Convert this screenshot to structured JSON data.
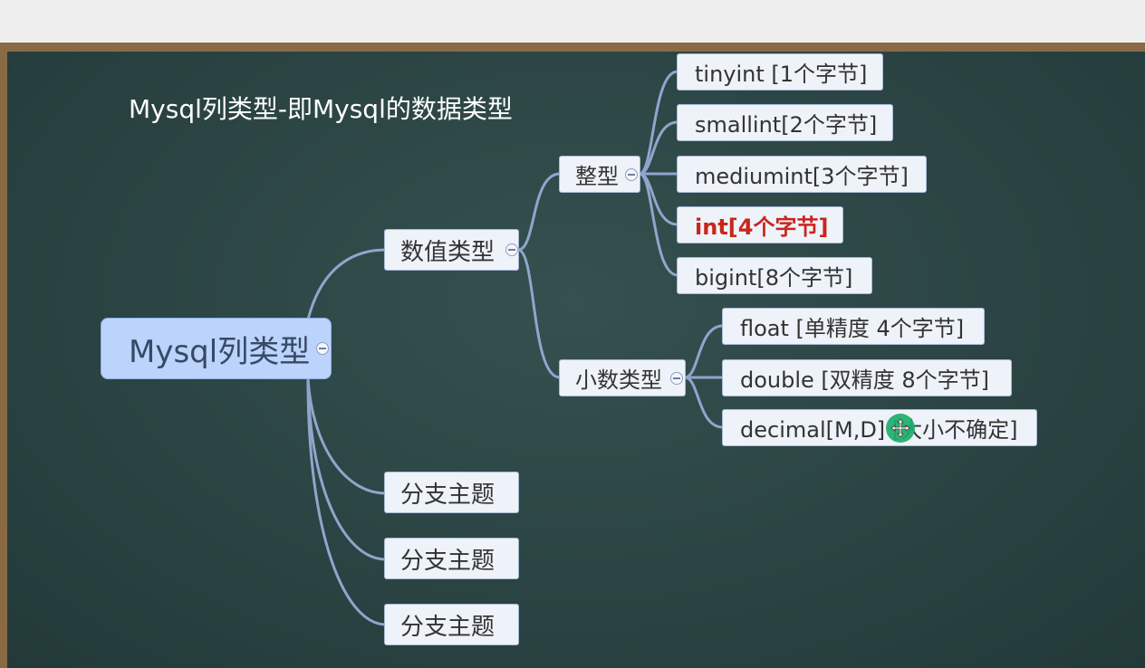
{
  "title": "Mysql列类型-即Mysql的数据类型",
  "mindmap": {
    "root": "Mysql列类型",
    "numeric": {
      "label": "数值类型",
      "integer": {
        "label": "整型",
        "items": [
          "tinyint [1个字节]",
          "smallint[2个字节]",
          "mediumint[3个字节]",
          "int[4个字节]",
          "bigint[8个字节]"
        ]
      },
      "decimal": {
        "label": "小数类型",
        "items": [
          "float [单精度 4个字节]",
          "double [双精度 8个字节]",
          "decimal[M,D] [大小不确定]"
        ]
      }
    },
    "branches": [
      "分支主题",
      "分支主题",
      "分支主题"
    ]
  },
  "colors": {
    "board": "#2c4545",
    "frame": "#8a6a45",
    "root_fill": "#bcd3fb",
    "node_fill": "#eef2f9",
    "connector": "#8fa6cc",
    "highlight_text": "#c9251c",
    "cursor": "#1fae6d"
  },
  "icons": {
    "collapse": "collapse-minus-icon",
    "cursor": "move-cursor-icon"
  }
}
